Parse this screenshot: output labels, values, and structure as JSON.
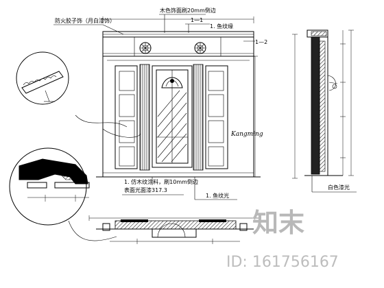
{
  "annotations": {
    "top_left_note": "防火胶子饰（月白漆饰）",
    "top_center_note": "木色饰面刷20mm倒边",
    "top_right_note_1": "1—1",
    "top_right_note_2": "1. 鱼纹缘",
    "section_mark": "1—2",
    "bottom_note_1": "1. 仿木纹涂料，刷10mm倒边",
    "bottom_note_2": "表面光面漆317.3",
    "bottom_note_3": "1. 鱼纹光",
    "right_bottom_note": "白色漆光",
    "signature": "Kangming"
  },
  "watermark": {
    "logo_text": "知末",
    "id_text": "ID: 161756167"
  }
}
